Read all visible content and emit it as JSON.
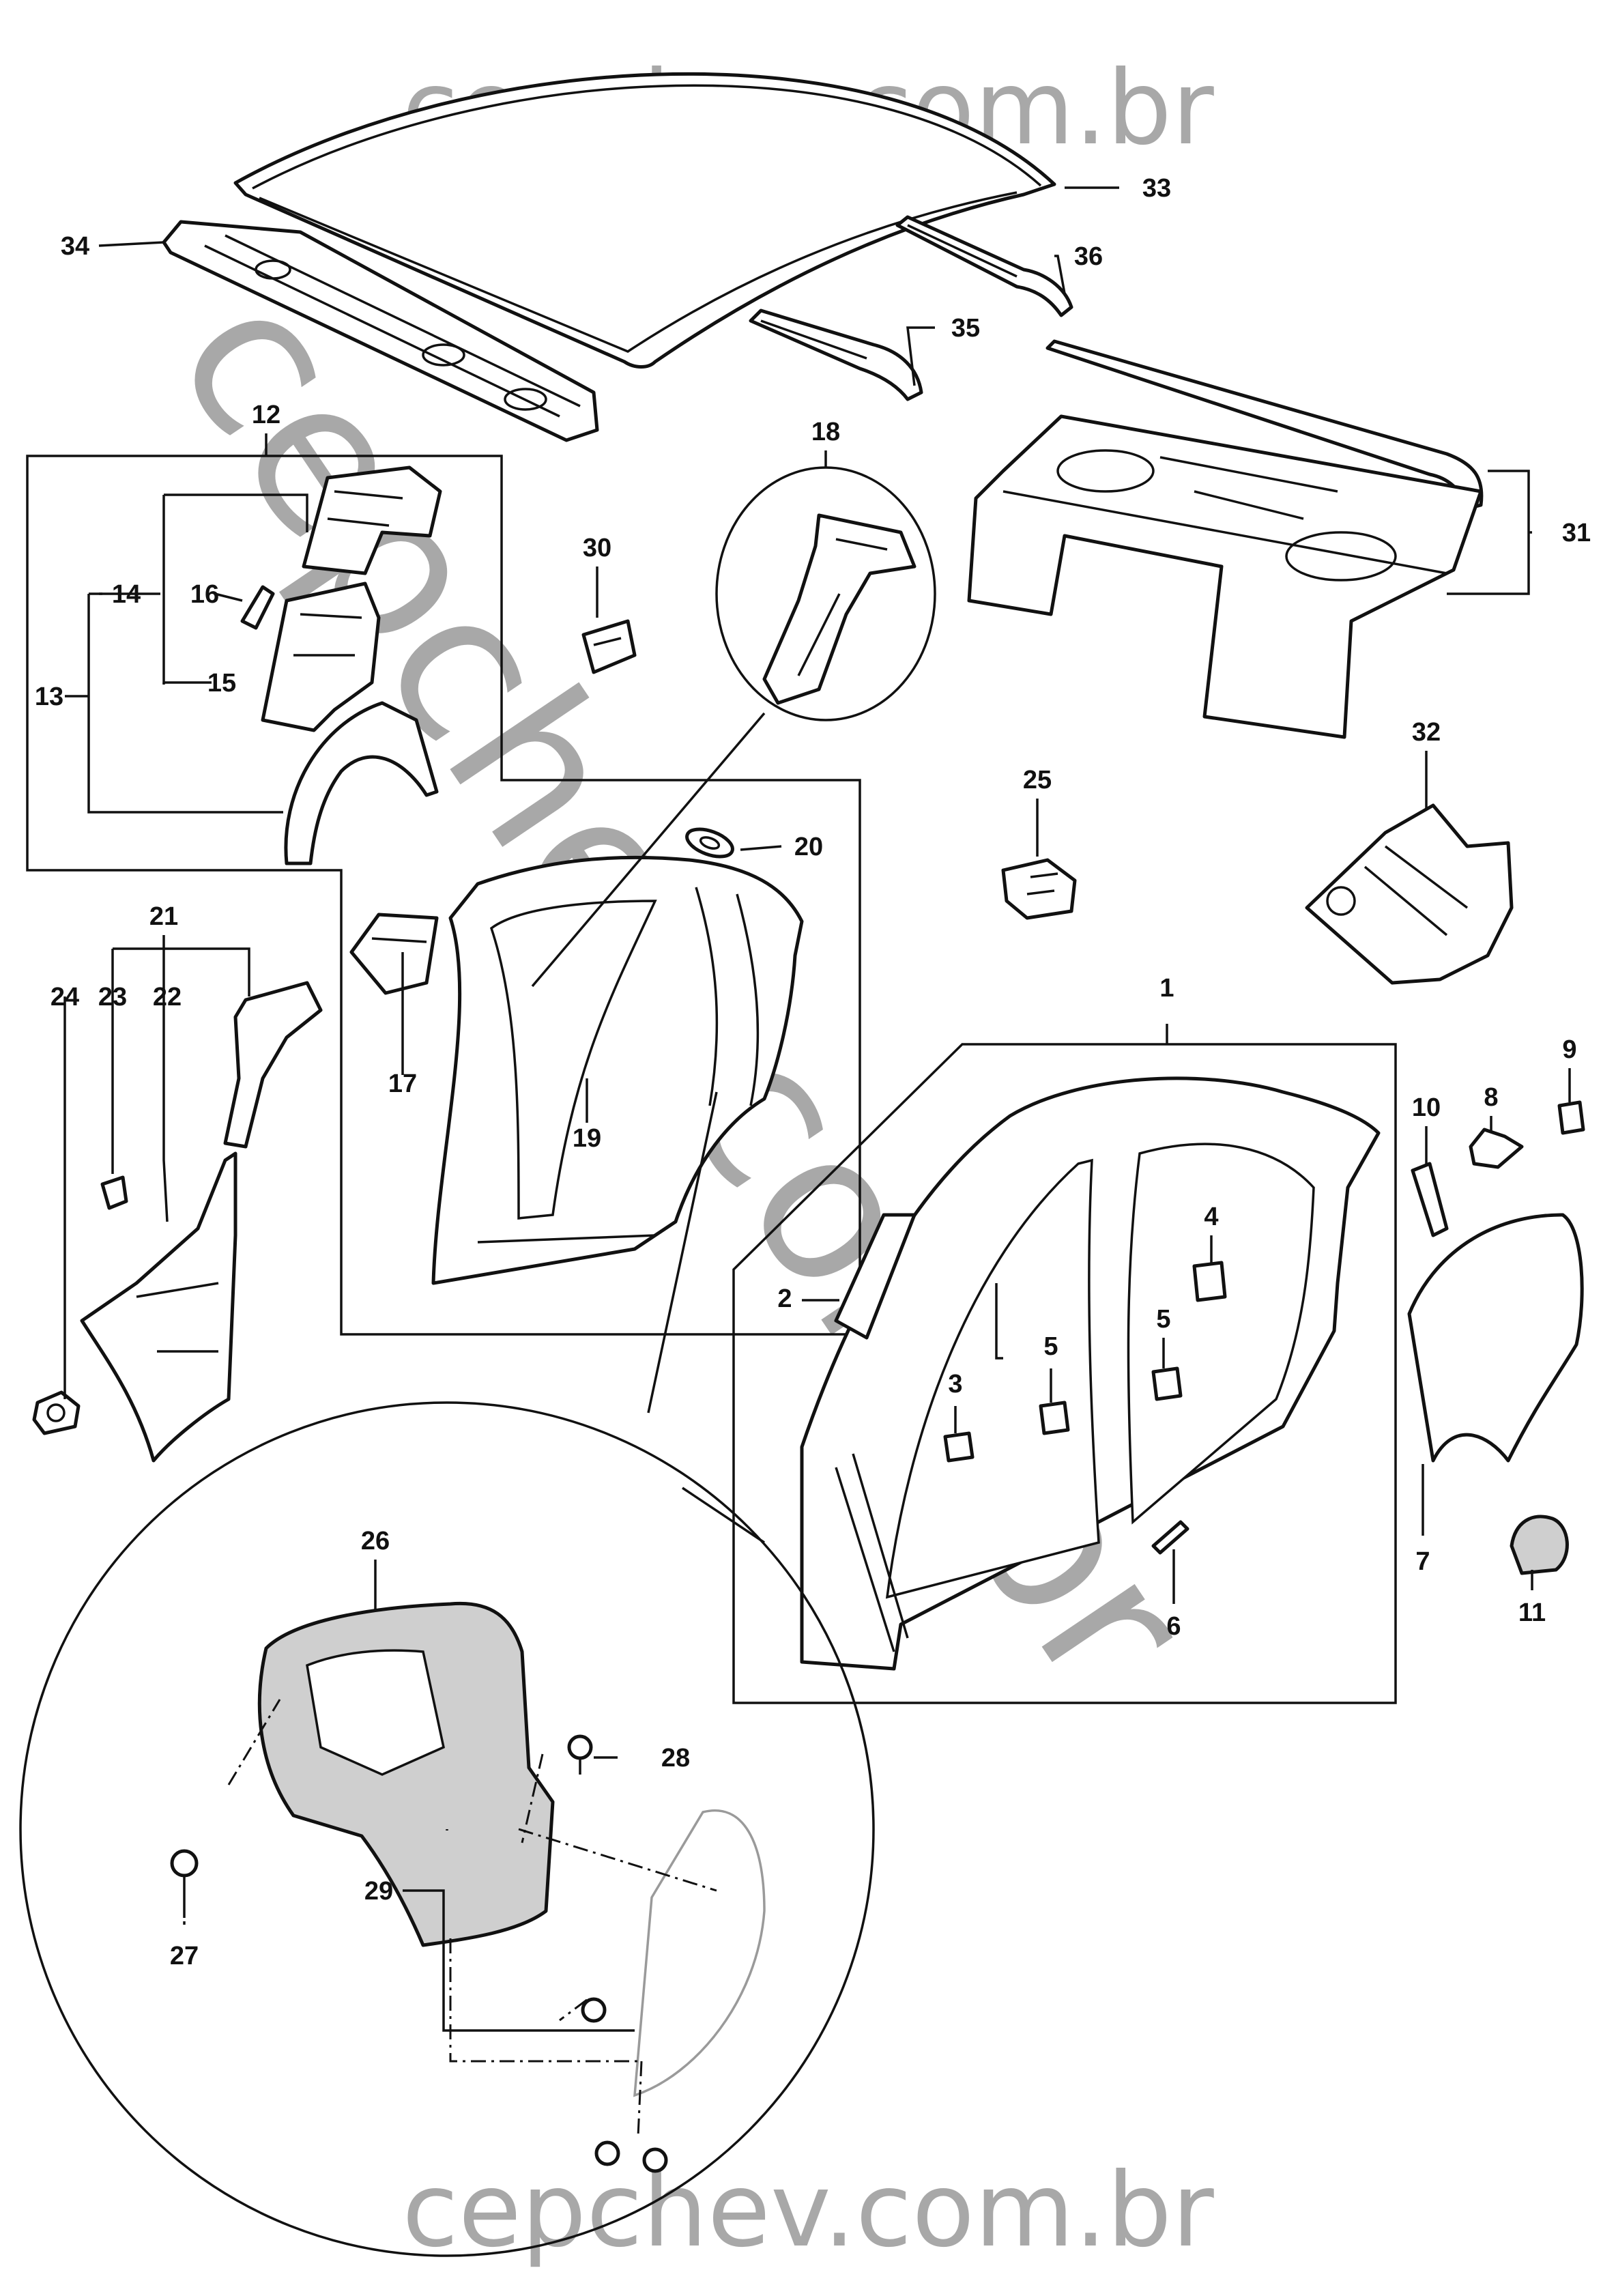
{
  "watermark": {
    "top": "cepchev.com.br",
    "bottom": "cepchev.com.br",
    "diagonal": "cepchev.com.br",
    "color": "#a8a8a8"
  },
  "callouts": [
    {
      "id": "c1",
      "text": "1"
    },
    {
      "id": "c2",
      "text": "2"
    },
    {
      "id": "c3",
      "text": "3"
    },
    {
      "id": "c4",
      "text": "4"
    },
    {
      "id": "c5a",
      "text": "5"
    },
    {
      "id": "c5b",
      "text": "5"
    },
    {
      "id": "c6",
      "text": "6"
    },
    {
      "id": "c7",
      "text": "7"
    },
    {
      "id": "c8",
      "text": "8"
    },
    {
      "id": "c9",
      "text": "9"
    },
    {
      "id": "c10",
      "text": "10"
    },
    {
      "id": "c11",
      "text": "11"
    },
    {
      "id": "c12",
      "text": "12"
    },
    {
      "id": "c13",
      "text": "13"
    },
    {
      "id": "c14",
      "text": "14"
    },
    {
      "id": "c15",
      "text": "15"
    },
    {
      "id": "c16",
      "text": "16"
    },
    {
      "id": "c17",
      "text": "17"
    },
    {
      "id": "c18",
      "text": "18"
    },
    {
      "id": "c19",
      "text": "19"
    },
    {
      "id": "c20",
      "text": "20"
    },
    {
      "id": "c21",
      "text": "21"
    },
    {
      "id": "c22",
      "text": "22"
    },
    {
      "id": "c23",
      "text": "23"
    },
    {
      "id": "c24",
      "text": "24"
    },
    {
      "id": "c25",
      "text": "25"
    },
    {
      "id": "c26",
      "text": "26"
    },
    {
      "id": "c27",
      "text": "27"
    },
    {
      "id": "c28",
      "text": "28"
    },
    {
      "id": "c29",
      "text": "29"
    },
    {
      "id": "c30",
      "text": "30"
    },
    {
      "id": "c31",
      "text": "31"
    },
    {
      "id": "c32",
      "text": "32"
    },
    {
      "id": "c33",
      "text": "33"
    },
    {
      "id": "c34",
      "text": "34"
    },
    {
      "id": "c35",
      "text": "35"
    },
    {
      "id": "c36",
      "text": "36"
    }
  ]
}
